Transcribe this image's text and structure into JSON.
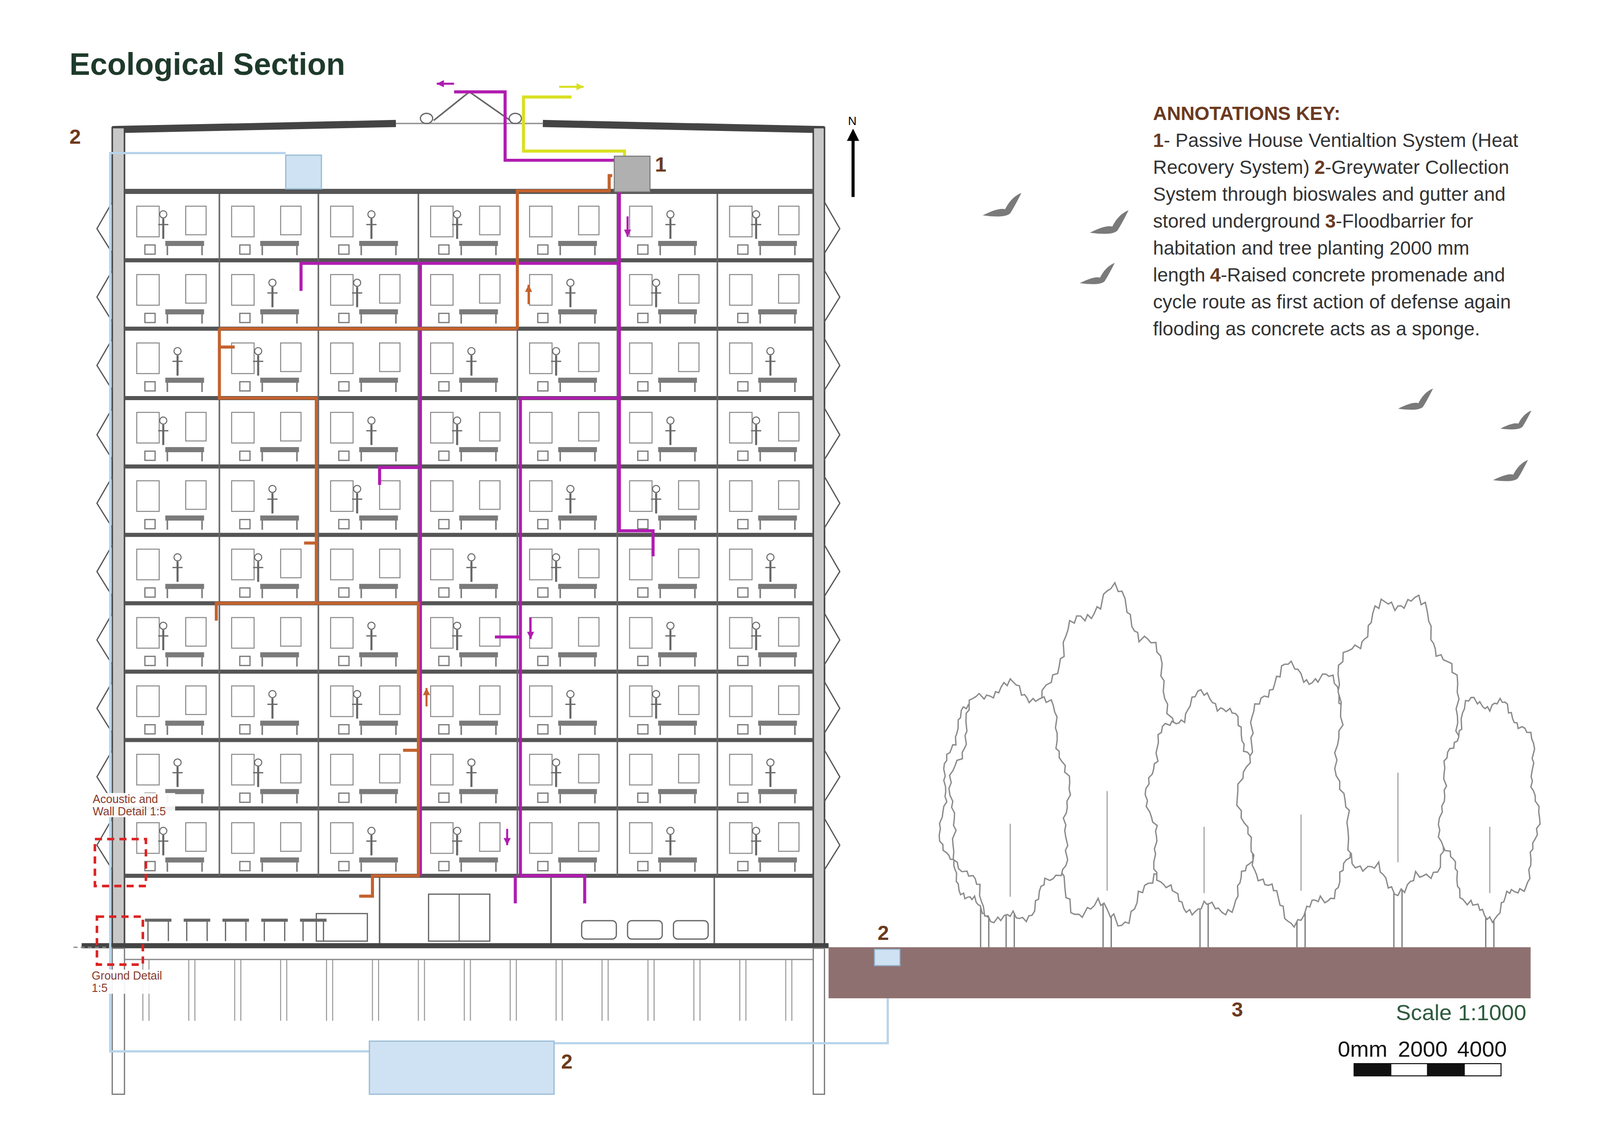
{
  "diagram": {
    "title": "Ecological Section",
    "labels": [
      "2",
      "1",
      "N",
      "ANNOTATIONS KEY:",
      "1",
      "- Passive House Ventialtion System (Heat Recovery System)",
      "2",
      "-Greywater Collection System through bioswales and gutter and stored underground",
      "3",
      "-Floodbarrier for habitation and tree planting 2000 mm length",
      "4",
      "-Raised concrete promenade and cycle route as first action of defense again flooding as concrete acts as a sponge.",
      "Acoustic and Wall Detail 1:5",
      "Ground Detail 1:5",
      "2",
      "2",
      "3",
      "Scale 1:1000",
      "0mm",
      "2000",
      "4000"
    ]
  }
}
